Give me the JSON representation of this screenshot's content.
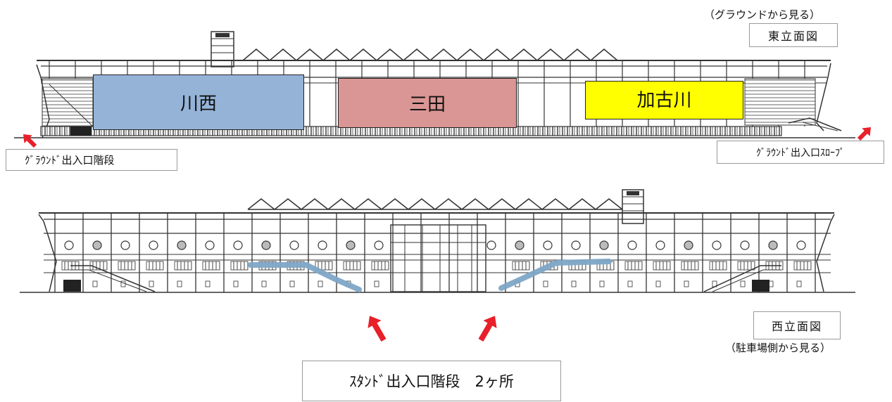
{
  "east": {
    "view_note": "（グラウンドから見る）",
    "title": "東立面図",
    "zones": [
      {
        "label": "川西",
        "color": "#95b3d7"
      },
      {
        "label": "三田",
        "color": "#da9694"
      },
      {
        "label": "加古川",
        "color": "#ffff00"
      }
    ],
    "ground_stairs_label": "ｸﾞﾗｳﾝﾄﾞ出入口階段",
    "ground_slope_label": "ｸﾞﾗｳﾝﾄﾞ出入口ｽﾛｰﾌﾟ"
  },
  "west": {
    "title": "西立面図",
    "view_note": "（駐車場側から見る）",
    "stand_stairs_label": "ｽﾀﾝﾄﾞ出入口階段　2ヶ所"
  },
  "colors": {
    "arrow": "#e8202a",
    "stair_highlight": "#7ea6c7",
    "line": "#333333"
  }
}
